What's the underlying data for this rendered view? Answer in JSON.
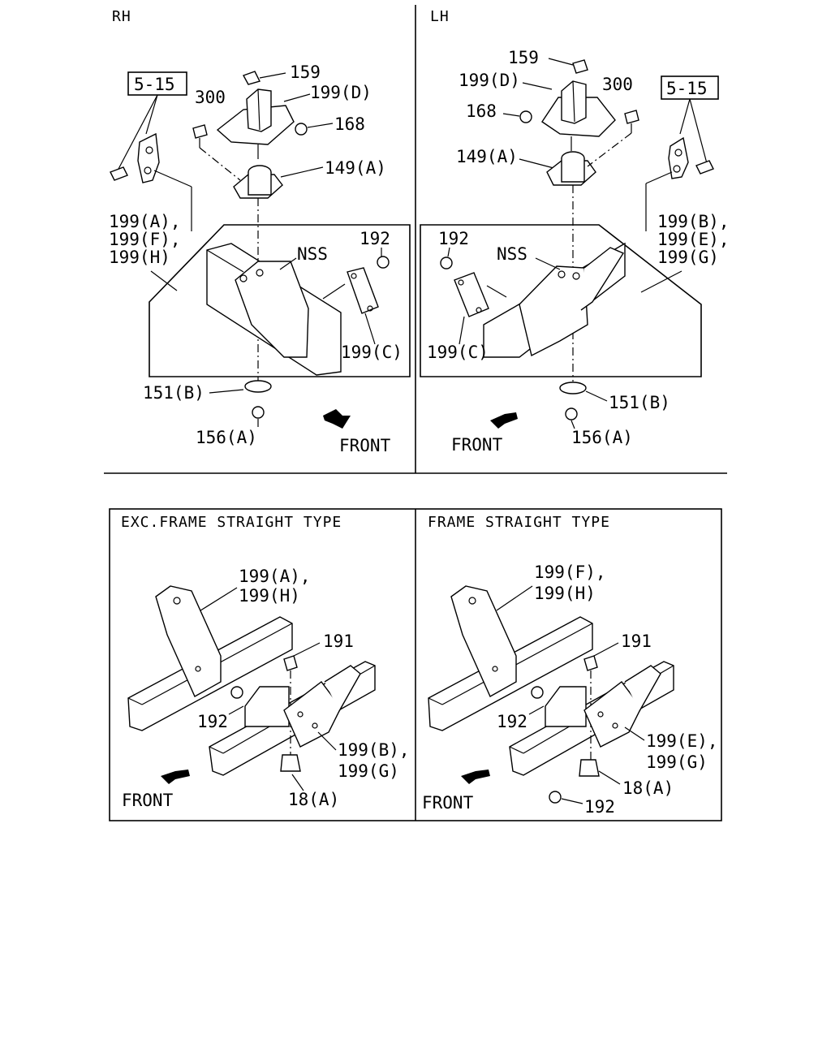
{
  "panels": {
    "rh": {
      "title": "RH",
      "ref_box": "5-15",
      "labels": {
        "p159": "159",
        "p199d": "199(D)",
        "p300": "300",
        "p168": "168",
        "p149a": "149(A)",
        "p199a": "199(A),",
        "p199f": "199(F),",
        "p199h": "199(H)",
        "nss": "NSS",
        "p192": "192",
        "p199c": "199(C)",
        "p151b": "151(B)",
        "p156a": "156(A)",
        "front": "FRONT"
      }
    },
    "lh": {
      "title": "LH",
      "ref_box": "5-15",
      "labels": {
        "p159": "159",
        "p199d": "199(D)",
        "p300": "300",
        "p168": "168",
        "p149a": "149(A)",
        "p199b": "199(B),",
        "p199e": "199(E),",
        "p199g": "199(G)",
        "nss": "NSS",
        "p192": "192",
        "p199c": "199(C)",
        "p151b": "151(B)",
        "p156a": "156(A)",
        "front": "FRONT"
      }
    },
    "exc": {
      "title": "EXC.FRAME STRAIGHT TYPE",
      "labels": {
        "p199a": "199(A),",
        "p199h": "199(H)",
        "p191": "191",
        "p192": "192",
        "p199b": "199(B),",
        "p199g": "199(G)",
        "p18a": "18(A)",
        "front": "FRONT"
      }
    },
    "straight": {
      "title": "FRAME STRAIGHT TYPE",
      "labels": {
        "p199f": "199(F),",
        "p199h": "199(H)",
        "p191": "191",
        "p192a": "192",
        "p199e": "199(E),",
        "p199g": "199(G)",
        "p18a": "18(A)",
        "p192b": "192",
        "front": "FRONT"
      }
    }
  }
}
